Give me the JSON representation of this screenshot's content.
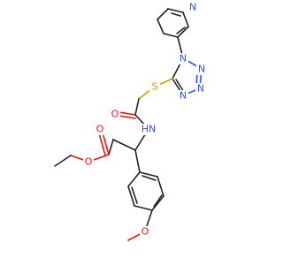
{
  "molecule": {
    "atom_labels": [
      {
        "id": "n-pyridine",
        "text": "N",
        "color": "#3050F8"
      },
      {
        "id": "n-tetrazole-1",
        "text": "N",
        "color": "#3050F8"
      },
      {
        "id": "n-tetrazole-2",
        "text": "N",
        "color": "#3050F8"
      },
      {
        "id": "n-tetrazole-3",
        "text": "N",
        "color": "#3050F8"
      },
      {
        "id": "n-tetrazole-4",
        "text": "N",
        "color": "#3050F8"
      },
      {
        "id": "s-thioether",
        "text": "S",
        "color": "#C8A000"
      },
      {
        "id": "o-amide",
        "text": "O",
        "color": "#FF0D0D"
      },
      {
        "id": "nh-amide",
        "text": "HN",
        "color": "#3050F8"
      },
      {
        "id": "o-ester-carbonyl",
        "text": "O",
        "color": "#FF0D0D"
      },
      {
        "id": "o-ester",
        "text": "O",
        "color": "#FF0D0D"
      },
      {
        "id": "o-methoxy",
        "text": "O",
        "color": "#FF0D0D"
      }
    ]
  }
}
